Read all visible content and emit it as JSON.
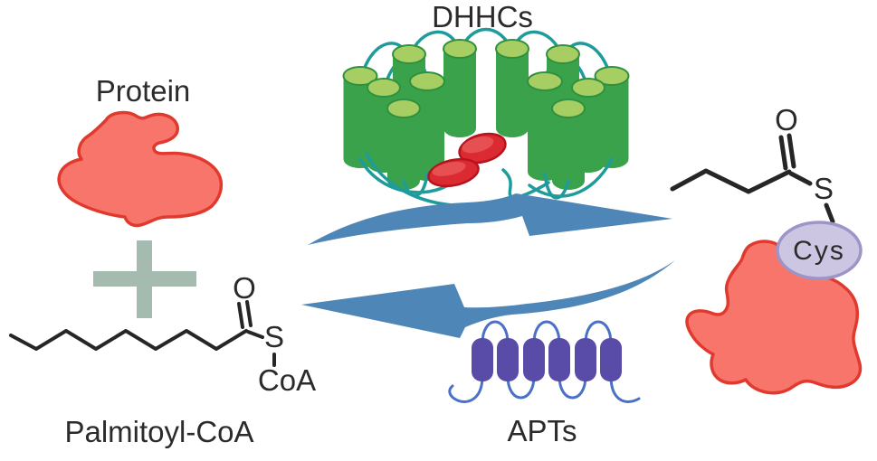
{
  "labels": {
    "protein": "Protein",
    "dhhcs": "DHHCs",
    "apts": "APTs",
    "palmitoyl_coa": "Palmitoyl-CoA",
    "cys": "Cys"
  },
  "chemistry": {
    "left_structure": {
      "oxygen": "O",
      "sulfur": "S",
      "coa": "CoA"
    },
    "right_structure": {
      "oxygen": "O",
      "sulfur": "S"
    }
  },
  "colors": {
    "background": "#FFFFFF",
    "label_ink": "#2B2B2B",
    "bond_ink": "#262626",
    "protein_fill": "#F8756B",
    "protein_outline": "#E03A2F",
    "plus_sign": "#A6BBAF",
    "helix_green": "#3BA24C",
    "helix_top": "#A6CE63",
    "helix_rim": "#2F9140",
    "loop_teal": "#1E9B9B",
    "dhhc_domain_red": "#DC2A33",
    "dhhc_domain_edge": "#B5141D",
    "dhhc_domain_shine": "#F0706B",
    "arrow_blue": "#4F86B8",
    "apt_purple": "#584CA8",
    "apt_loop_blue": "#4A70C8",
    "cys_fill": "#CCC6E3",
    "cys_edge": "#9D95C7"
  }
}
